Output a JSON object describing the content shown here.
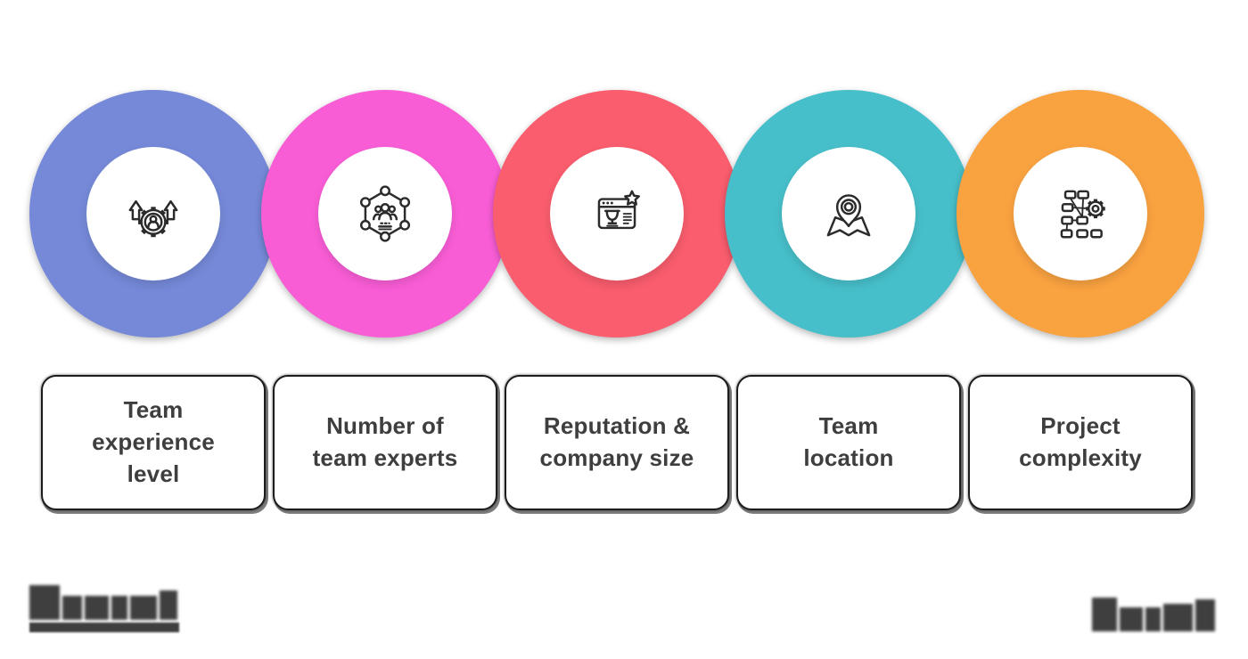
{
  "page": {
    "background": "#ffffff",
    "text_color": "#3e3e3e",
    "icon_stroke": "#2b2b2b"
  },
  "factors": [
    {
      "label": "Team\nexperience\nlevel",
      "ring_color": "#7589d8",
      "icon": "growth-gear-icon"
    },
    {
      "label": "Number of\nteam experts",
      "ring_color": "#f95dd6",
      "icon": "team-network-icon"
    },
    {
      "label": "Reputation &\ncompany size",
      "ring_color": "#f95d6e",
      "icon": "reputation-trophy-icon"
    },
    {
      "label": "Team\nlocation",
      "ring_color": "#47bfca",
      "icon": "map-pin-icon"
    },
    {
      "label": "Project\ncomplexity",
      "ring_color": "#f9a240",
      "icon": "flowchart-gear-icon"
    }
  ],
  "footer": {
    "left_logo": "redacted-illegible-wordmark-with-tagline",
    "right_logo": "redacted-illegible-wordmark"
  }
}
